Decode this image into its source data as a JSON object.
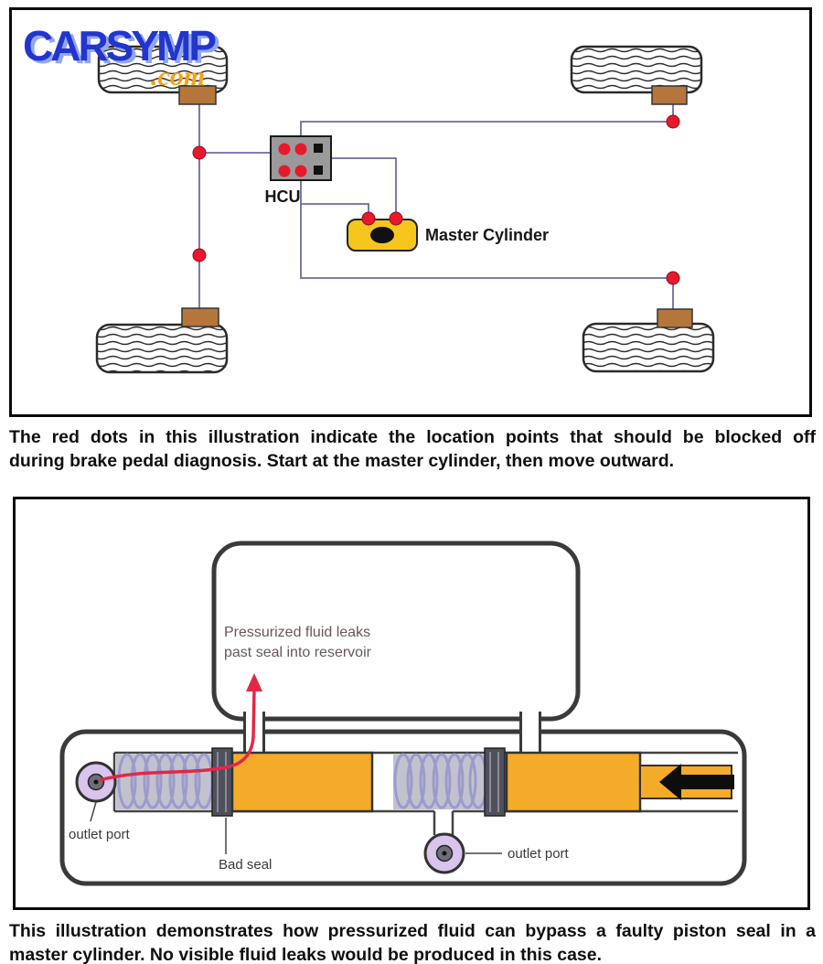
{
  "logo": {
    "brand": "CARSYMP",
    "tld": ".com"
  },
  "diagram1": {
    "hcu_label": "HCU",
    "master_cylinder_label": "Master Cylinder"
  },
  "caption1": {
    "line1": "The red dots in this illustration indicate the location points that should be blocked off",
    "line2": "during brake pedal diagnosis. Start at the master cylinder, then move outward."
  },
  "diagram2": {
    "annotation_line1": "Pressurized fluid leaks",
    "annotation_line2": "past seal into reservoir",
    "outlet_port_left_label": "outlet port",
    "bad_seal_label": "Bad seal",
    "outlet_port_right_label": "outlet port"
  },
  "caption2": {
    "line1": "This illustration demonstrates how pressurized fluid can bypass a faulty piston seal in a",
    "line2": "master cylinder. No visible fluid leaks would be produced in this case."
  },
  "colors": {
    "accent_red": "#e8192c",
    "leak_arrow_red": "#e32747",
    "piston_yellow": "#f5ab2a",
    "master_cylinder_yellow": "#f6c51e",
    "hydraulic_line_purple": "#6b6b9e",
    "brake_brown": "#b5763c",
    "logo_blue": "#2335cf",
    "logo_orange": "#f2a41c",
    "port_purple": "#d9c4ec"
  }
}
